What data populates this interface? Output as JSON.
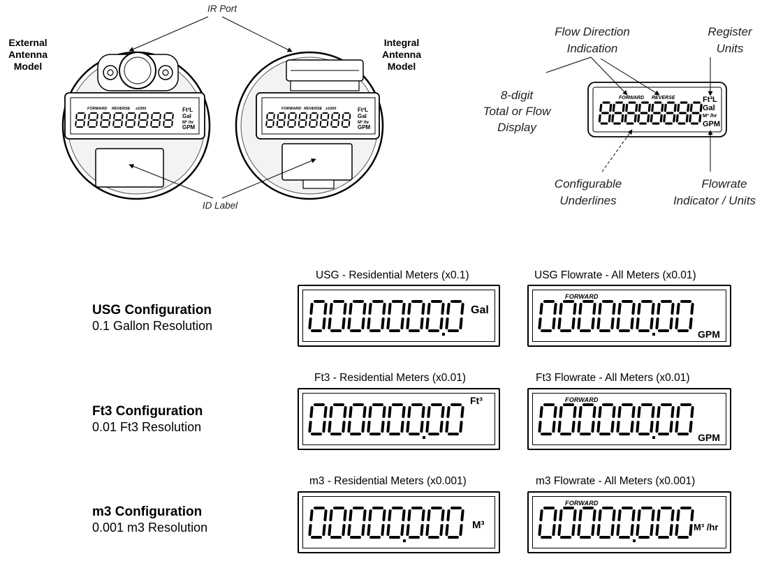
{
  "top_left": {
    "ir_port": "IR Port",
    "external_model": [
      "External",
      "Antenna",
      "Model"
    ],
    "integral_model": [
      "Integral",
      "Antenna",
      "Model"
    ],
    "id_label": "ID Label",
    "mini_lcd_labels": {
      "forward": "FORWARD",
      "reverse": "REVERSE",
      "x1000": "x1000",
      "ft3l": "Ft³L",
      "gal": "Gal",
      "m3hr": "M³ /hr",
      "gpm": "GPM"
    },
    "digits": "88888888"
  },
  "top_right": {
    "flow_direction": [
      "Flow Direction",
      "Indication"
    ],
    "register_units": [
      "Register",
      "Units"
    ],
    "eight_digit": [
      "8-digit",
      "Total or Flow",
      "Display"
    ],
    "configurable": [
      "Configurable",
      "Underlines"
    ],
    "flowrate_indicator": [
      "Flowrate",
      "Indicator / Units"
    ],
    "lcd_labels": {
      "forward": "FORWARD",
      "reverse": "REVERSE",
      "ft3l": "Ft³L",
      "gal": "Gal",
      "m3hr": "M³ /hr",
      "gpm": "GPM"
    },
    "digits": "88888888"
  },
  "configs": [
    {
      "title": "USG Configuration",
      "subtitle": "0.1 Gallon Resolution",
      "panels": [
        {
          "caption": "USG - Residential Meters (x0.1)",
          "digits": "00000000",
          "decimal_after": 7,
          "unit": "Gal",
          "forward": ""
        },
        {
          "caption": "USG Flowrate - All Meters (x0.01)",
          "digits": "00000000",
          "decimal_after": 6,
          "unit": "GPM",
          "forward": "FORWARD"
        }
      ]
    },
    {
      "title": "Ft3 Configuration",
      "subtitle": "0.01 Ft3 Resolution",
      "panels": [
        {
          "caption": "Ft3 - Residential Meters (x0.01)",
          "digits": "00000000",
          "decimal_after": 6,
          "unit": "Ft³",
          "forward": ""
        },
        {
          "caption": "Ft3 Flowrate - All Meters (x0.01)",
          "digits": "00000000",
          "decimal_after": 6,
          "unit": "GPM",
          "forward": "FORWARD"
        }
      ]
    },
    {
      "title": "m3 Configuration",
      "subtitle": "0.001 m3 Resolution",
      "panels": [
        {
          "caption": "m3 - Residential Meters (x0.001)",
          "digits": "00000000",
          "decimal_after": 5,
          "unit": "M³",
          "forward": ""
        },
        {
          "caption": "m3 Flowrate - All Meters (x0.001)",
          "digits": "00000000",
          "decimal_after": 5,
          "unit": "M³ /hr",
          "forward": "FORWARD"
        }
      ]
    }
  ]
}
